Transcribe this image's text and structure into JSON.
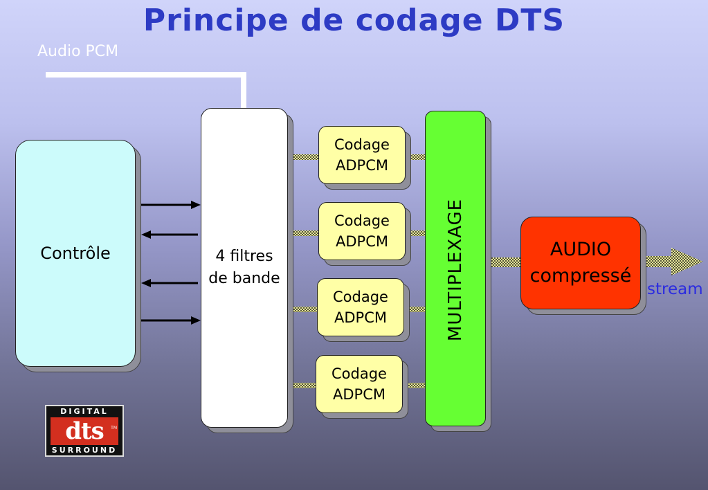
{
  "title": "Principe de codage DTS",
  "input_label": "Audio PCM",
  "blocks": {
    "controle": "Contrôle",
    "filtres_line1": "4 filtres",
    "filtres_line2": "de bande",
    "adpcm": [
      {
        "line1": "Codage",
        "line2": "ADPCM"
      },
      {
        "line1": "Codage",
        "line2": "ADPCM"
      },
      {
        "line1": "Codage",
        "line2": "ADPCM"
      },
      {
        "line1": "Codage",
        "line2": "ADPCM"
      }
    ],
    "multiplexage": "MULTIPLEXAGE",
    "audio_line1": "AUDIO",
    "audio_line2": "compressé"
  },
  "output_label": "stream",
  "logo": {
    "top": "DIGITAL",
    "word": "dts",
    "bottom": "SURROUND",
    "tm": "TM"
  },
  "colors": {
    "title": "#2d3bc4",
    "controle": "#ccfbfb",
    "filtres": "#ffffff",
    "adpcm": "#ffffa6",
    "multiplexage": "#66ff33",
    "audio": "#ff3300",
    "stream_text": "#2b2be0",
    "logo_red": "#d32f1f"
  }
}
